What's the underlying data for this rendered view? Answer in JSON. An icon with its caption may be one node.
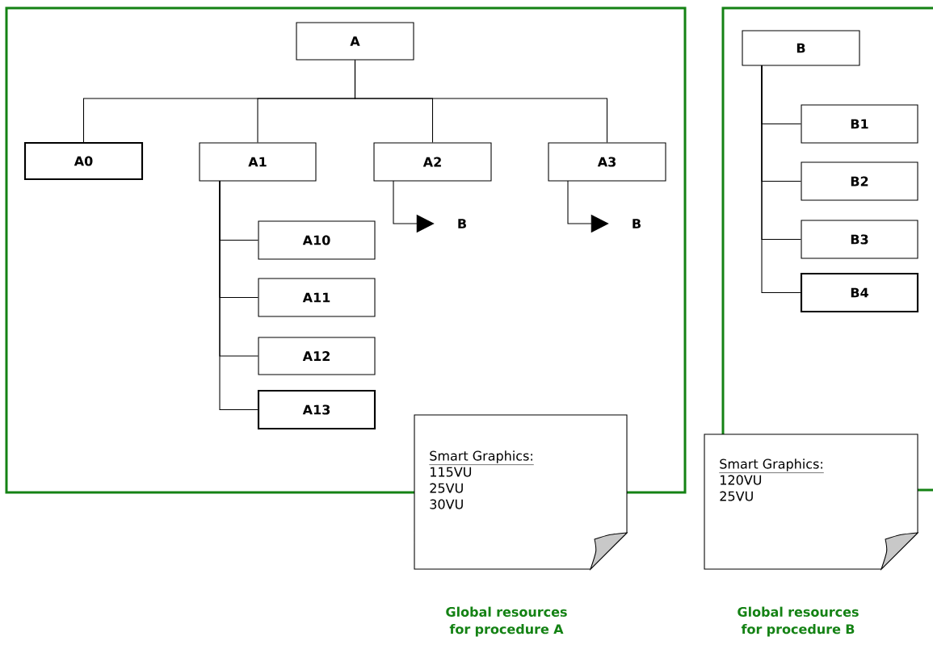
{
  "diagram": {
    "nodes": [
      {
        "text": [],
        "shape": "box"
      },
      {
        "text": [
          "A"
        ],
        "in": 0
      },
      {
        "text": [
          "A0"
        ],
        "in": 0
      },
      {
        "text": [
          "A1"
        ],
        "in": 0
      },
      {
        "text": [
          "A2"
        ],
        "in": 0
      },
      {
        "text": [
          "A3"
        ],
        "in": 0
      },
      {
        "text": [
          "B"
        ],
        "in": 0
      },
      {
        "text": [
          "B"
        ],
        "in": 0
      },
      {
        "text": [
          "A10"
        ],
        "in": 0
      },
      {
        "text": [
          "A11"
        ],
        "in": 0
      },
      {
        "text": [
          "A12"
        ],
        "in": 0
      },
      {
        "text": [
          "A13"
        ],
        "in": 0
      },
      {
        "text": [
          "Smart Graphics:",
          "115VU",
          "25VU",
          "30VU"
        ],
        "beside": [
          "Global resources for procedure A"
        ]
      },
      {
        "text": [],
        "shape": "box"
      },
      {
        "text": [
          "B"
        ],
        "in": 13
      },
      {
        "text": [
          "B1"
        ],
        "in": 13
      },
      {
        "text": [
          "B2"
        ],
        "in": 13
      },
      {
        "text": [
          "B3"
        ],
        "in": 13
      },
      {
        "text": [
          "B4"
        ],
        "in": 13
      },
      {
        "text": [
          "Smart Graphics:",
          "120VU",
          "25VU"
        ],
        "beside": [
          "Global resources for procedure B"
        ]
      }
    ],
    "edges": [
      {
        "from": 1,
        "to": 2,
        "arrow": "none"
      },
      {
        "from": 1,
        "to": 3,
        "arrow": "none"
      },
      {
        "from": 1,
        "to": 4,
        "arrow": "none"
      },
      {
        "from": 1,
        "to": 5,
        "arrow": "none"
      },
      {
        "from": 4,
        "to": 6,
        "arrow": "to"
      },
      {
        "from": 5,
        "to": 7,
        "arrow": "to"
      },
      {
        "from": 3,
        "to": 8,
        "arrow": "none"
      },
      {
        "from": 3,
        "to": 9,
        "arrow": "none"
      },
      {
        "from": 3,
        "to": 10,
        "arrow": "none"
      },
      {
        "from": 3,
        "to": 11,
        "arrow": "none"
      },
      {
        "from": 14,
        "to": 15,
        "arrow": "none"
      },
      {
        "from": 14,
        "to": 16,
        "arrow": "none"
      },
      {
        "from": 14,
        "to": 17,
        "arrow": "none"
      },
      {
        "from": 14,
        "to": 18,
        "arrow": "none"
      }
    ]
  }
}
